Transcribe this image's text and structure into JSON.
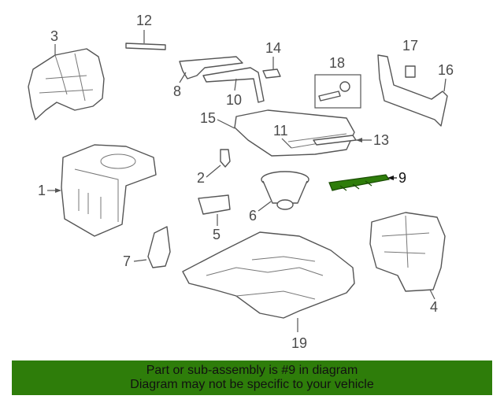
{
  "diagram": {
    "callouts": [
      {
        "id": "c1",
        "label": "1"
      },
      {
        "id": "c2",
        "label": "2"
      },
      {
        "id": "c3",
        "label": "3"
      },
      {
        "id": "c4",
        "label": "4"
      },
      {
        "id": "c5",
        "label": "5"
      },
      {
        "id": "c6",
        "label": "6"
      },
      {
        "id": "c7",
        "label": "7"
      },
      {
        "id": "c8",
        "label": "8"
      },
      {
        "id": "c9",
        "label": "9"
      },
      {
        "id": "c10",
        "label": "10"
      },
      {
        "id": "c11",
        "label": "11"
      },
      {
        "id": "c12",
        "label": "12"
      },
      {
        "id": "c13",
        "label": "13"
      },
      {
        "id": "c14",
        "label": "14"
      },
      {
        "id": "c15",
        "label": "15"
      },
      {
        "id": "c16",
        "label": "16"
      },
      {
        "id": "c17",
        "label": "17"
      },
      {
        "id": "c18",
        "label": "18"
      },
      {
        "id": "c19",
        "label": "19"
      }
    ],
    "highlight_part": "9",
    "highlight_color": "#2e7d0a"
  },
  "banner": {
    "line1": "Part or sub-assembly is #9 in diagram",
    "line2": "Diagram may not be specific to your vehicle",
    "background": "#2e7d0a"
  }
}
